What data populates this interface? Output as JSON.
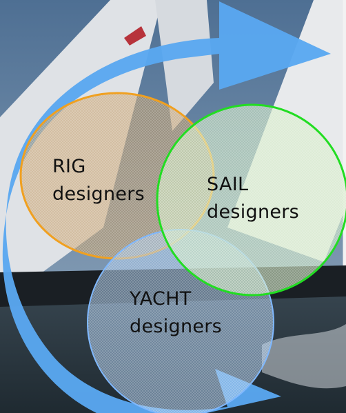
{
  "colors": {
    "sky": "#5e7fa0",
    "sea": "#2b3b46",
    "sail": "#e4e6e9",
    "arrow": "#5aa8f0",
    "rig_outline": "#f0a020",
    "sail_outline": "#22dd22",
    "yacht_outline": "#7fb8ff"
  },
  "circles": [
    {
      "id": "rig",
      "line1": "RIG",
      "line2": "designers"
    },
    {
      "id": "sail",
      "line1": "SAIL",
      "line2": "designers"
    },
    {
      "id": "yacht",
      "line1": "YACHT",
      "line2": "designers"
    }
  ]
}
